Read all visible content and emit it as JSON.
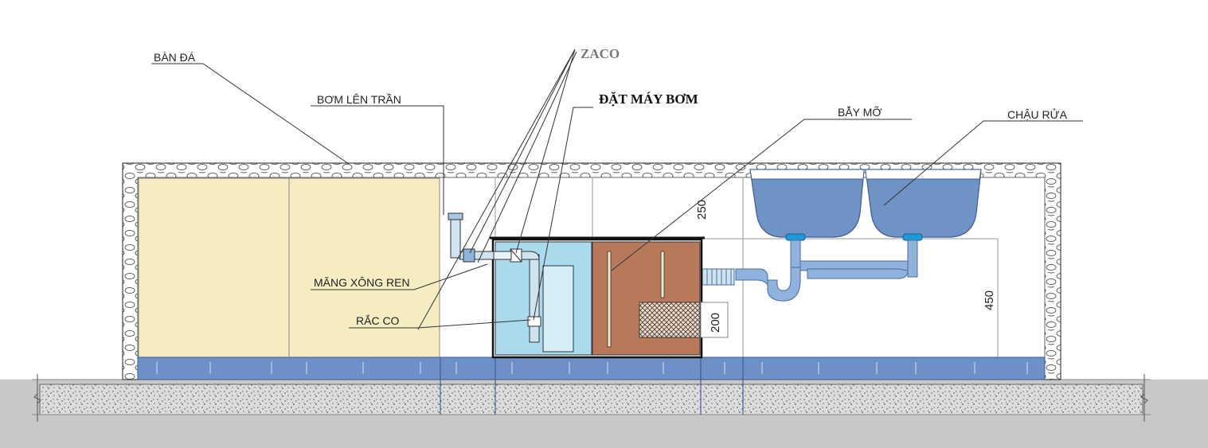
{
  "labels": {
    "ban_da": "BÀN ĐÁ",
    "bom_len_tran": "BƠM LÊN TRẦN",
    "zaco": "ZACO",
    "dat_may_bom": "ĐẶT MÁY BƠM",
    "bay_mo": "BẪY MỠ",
    "chau_rua": "CHẬU RỬA",
    "mang_xong_ren": "MĂNG XÔNG REN",
    "rac_co": "RẮC CO"
  },
  "dimensions": {
    "d250": "250",
    "d450": "450",
    "d200": "200"
  },
  "colors": {
    "cabinet_fill": "#f5ecc2",
    "pump_tank": "#a9dbec",
    "grease_tank": "#b8795a",
    "sink": "#6e93c4",
    "pipe": "#8fb3dd",
    "floor_tile": "#6e90c8",
    "ground": "#c8c8c8"
  }
}
